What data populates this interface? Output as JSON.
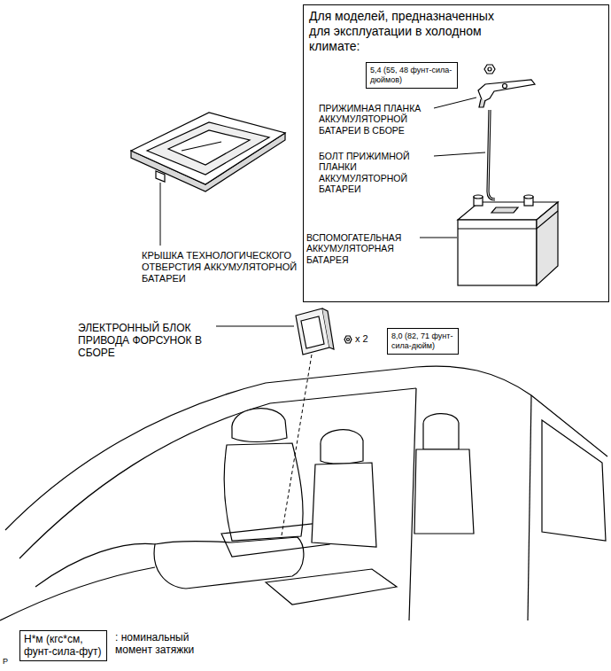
{
  "diagram": {
    "nodes": [
      {
        "text": [
          "Для моделей, предназначенных для эксплуатации в холодном климате:"
        ]
      },
      {
        "text": [
          "5,4 (55, 48 фунт-сила-дюймов)"
        ],
        "in": 0
      },
      {
        "text": [
          "8,0 (82, 71 фунт-сила-дюйм)"
        ]
      },
      {
        "text": [
          "Н*м (кгс*см, фунт-сила-фут)"
        ]
      }
    ],
    "labels": [
      "ПРИЖИМНАЯ ПЛАНКА АККУМУЛЯТОРНОЙ БАТАРЕИ В СБОРЕ",
      "БОЛТ ПРИЖИМНОЙ ПЛАНКИ АККУМУЛЯТОРНОЙ БАТАРЕИ",
      "ВСПОМОГАТЕЛЬНАЯ АККУМУЛЯТОРНАЯ БАТАРЕЯ",
      "КРЫШКА ТЕХНОЛОГИЧЕСКОГО ОТВЕРСТИЯ АККУМУЛЯТОРНОЙ БАТАРЕИ",
      "ЭЛЕКТРОННЫЙ БЛОК ПРИВОДА ФОРСУНОК В СБОРЕ",
      "x 2",
      ": номинальный момент затяжки",
      "P"
    ]
  }
}
